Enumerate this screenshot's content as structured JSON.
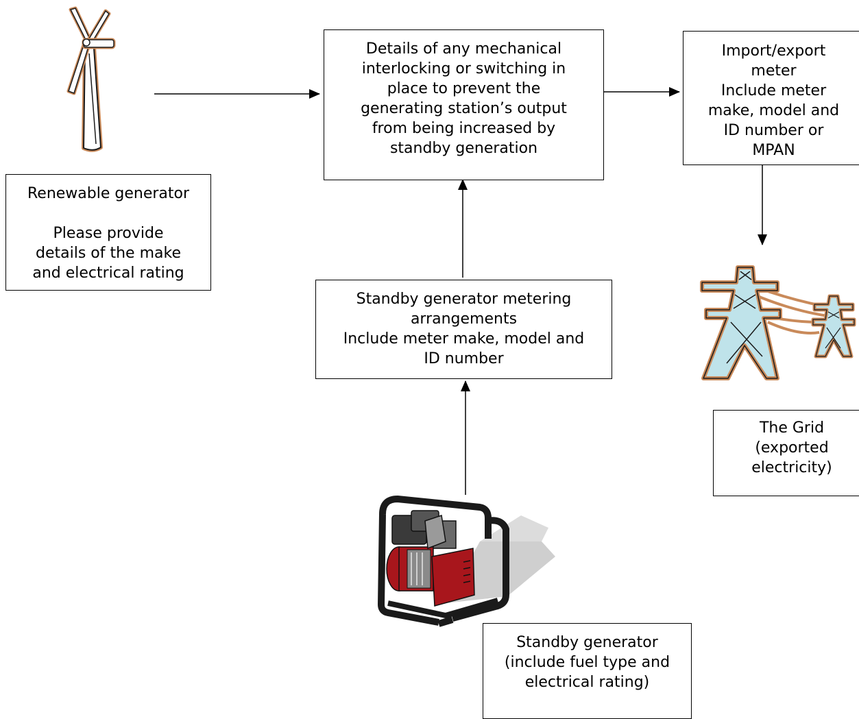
{
  "boxes": {
    "renewable": {
      "lines": [
        "Renewable generator",
        "",
        "Please provide",
        "details of the make",
        "and electrical rating"
      ]
    },
    "interlock": {
      "lines": [
        "Details of any mechanical",
        "interlocking or switching in",
        "place to prevent the",
        "generating station’s output",
        "from being increased by",
        "standby generation"
      ]
    },
    "meter": {
      "lines": [
        "Import/export",
        "meter",
        "Include meter",
        "make, model and",
        "ID number or",
        "MPAN"
      ]
    },
    "standby_metering": {
      "lines": [
        "Standby generator metering",
        "arrangements",
        "Include meter make, model and",
        "ID number"
      ]
    },
    "grid": {
      "lines": [
        "The Grid",
        "(exported",
        "electricity)"
      ]
    },
    "standby_gen": {
      "lines": [
        "Standby generator",
        "(include fuel type and",
        "electrical rating)"
      ]
    }
  },
  "icons": {
    "wind_turbine": "wind-turbine-icon",
    "pylons": "electricity-pylons-icon",
    "generator": "portable-generator-icon"
  },
  "colors": {
    "line": "#000000",
    "turbine_outline": "#c98a5a",
    "pylon_fill": "#bfe3ea",
    "pylon_outline": "#c98a5a",
    "generator_red": "#a8161c",
    "generator_frame": "#1a1a1a",
    "shadow": "#c8c8c8"
  }
}
